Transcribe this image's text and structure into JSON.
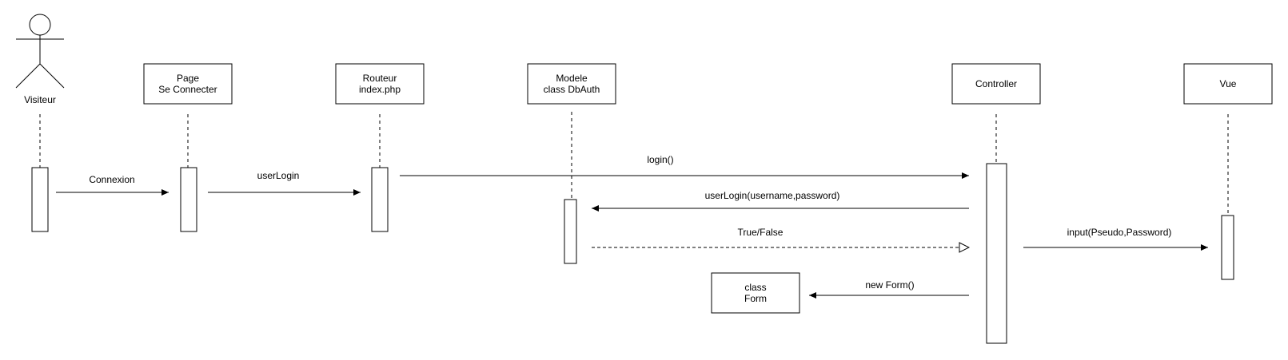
{
  "diagram": {
    "actor": {
      "label": "Visiteur"
    },
    "lifelines": {
      "page": {
        "line1": "Page",
        "line2": "Se Connecter"
      },
      "routeur": {
        "line1": "Routeur",
        "line2": "index.php"
      },
      "modele": {
        "line1": "Modele",
        "line2": "class DbAuth"
      },
      "controller": {
        "label": "Controller"
      },
      "vue": {
        "label": "Vue"
      }
    },
    "form_box": {
      "line1": "class",
      "line2": "Form"
    },
    "messages": {
      "connexion": "Connexion",
      "user_login": "userLogin",
      "login": "login()",
      "user_login_params": "userLogin(username,password)",
      "true_false": "True/False",
      "input": "input(Pseudo,Password)",
      "new_form": "new Form()"
    }
  },
  "colors": {
    "stroke": "#000000",
    "background": "#ffffff"
  }
}
